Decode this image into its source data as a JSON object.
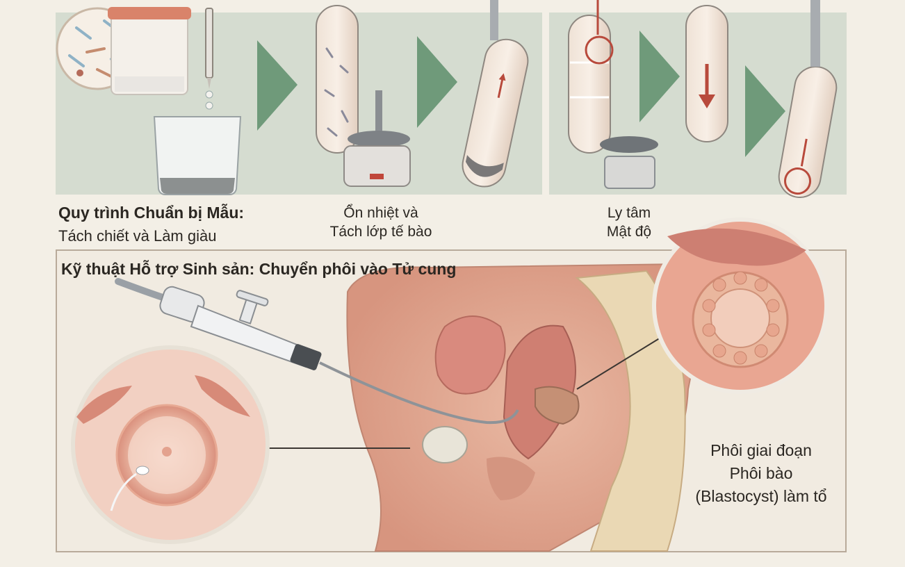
{
  "top": {
    "prep_title": "Quy trình Chuẩn bị Mẫu:",
    "prep_subtitle": "Tách chiết và Làm giàu",
    "step_incubate": [
      "Ổn nhiệt và",
      "Tách lớp tế bào"
    ],
    "step_centrifuge": [
      "Ly tâm",
      "Mật độ"
    ]
  },
  "bottom": {
    "title": "Kỹ thuật Hỗ trợ Sinh sản: Chuyển phôi vào Tử cung",
    "blastocyst_label": [
      "Phôi giai đoạn",
      "Phôi bào",
      "(Blastocyst) làm tổ"
    ]
  },
  "colors": {
    "panel_bg": "#d5dcd0",
    "page_bg": "#f3efe6",
    "arrow_green": "#6f9a7a",
    "tissue_pink": "#e8b7a4",
    "highlight_red": "#b84a3c"
  }
}
